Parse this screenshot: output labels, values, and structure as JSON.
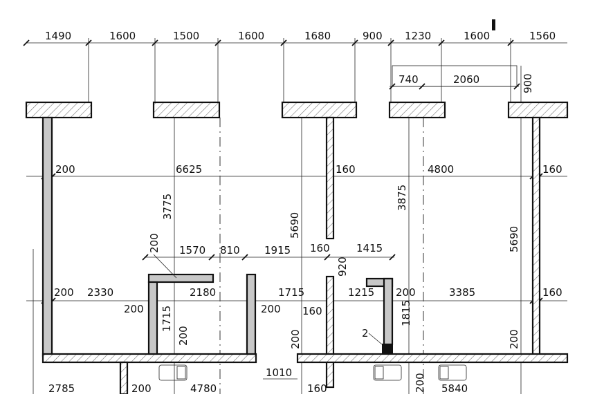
{
  "title": "Floor plan fragment with dimensions",
  "top_dimensions": [
    "1490",
    "1600",
    "1500",
    "1600",
    "1680",
    "900",
    "1230",
    "1600",
    "1560"
  ],
  "window_dimensions": {
    "a": "740",
    "b": "2060",
    "c": "900"
  },
  "row1": {
    "a": "200",
    "b": "6625",
    "c": "160",
    "d": "4800",
    "e": "160"
  },
  "vertical1": {
    "a": "3775",
    "b": "5690",
    "c": "3875",
    "d": "5690"
  },
  "row2": {
    "a": "200",
    "b": "1570",
    "c": "810",
    "d": "1915",
    "e": "160",
    "f": "1415",
    "g": "920"
  },
  "row3": {
    "a": "200",
    "b": "2330",
    "c": "2180",
    "d": "1715",
    "e": "1215",
    "f": "200",
    "g": "3385",
    "h": "160"
  },
  "row4": {
    "a": "200",
    "b": "1715",
    "c": "200",
    "d": "160",
    "e": "1815",
    "f": "2",
    "g": "200",
    "h": "200",
    "i": "200"
  },
  "bottom": {
    "a": "2785",
    "b": "200",
    "c": "4780",
    "d": "1010",
    "e": "160",
    "f": "200",
    "g": "5840"
  }
}
